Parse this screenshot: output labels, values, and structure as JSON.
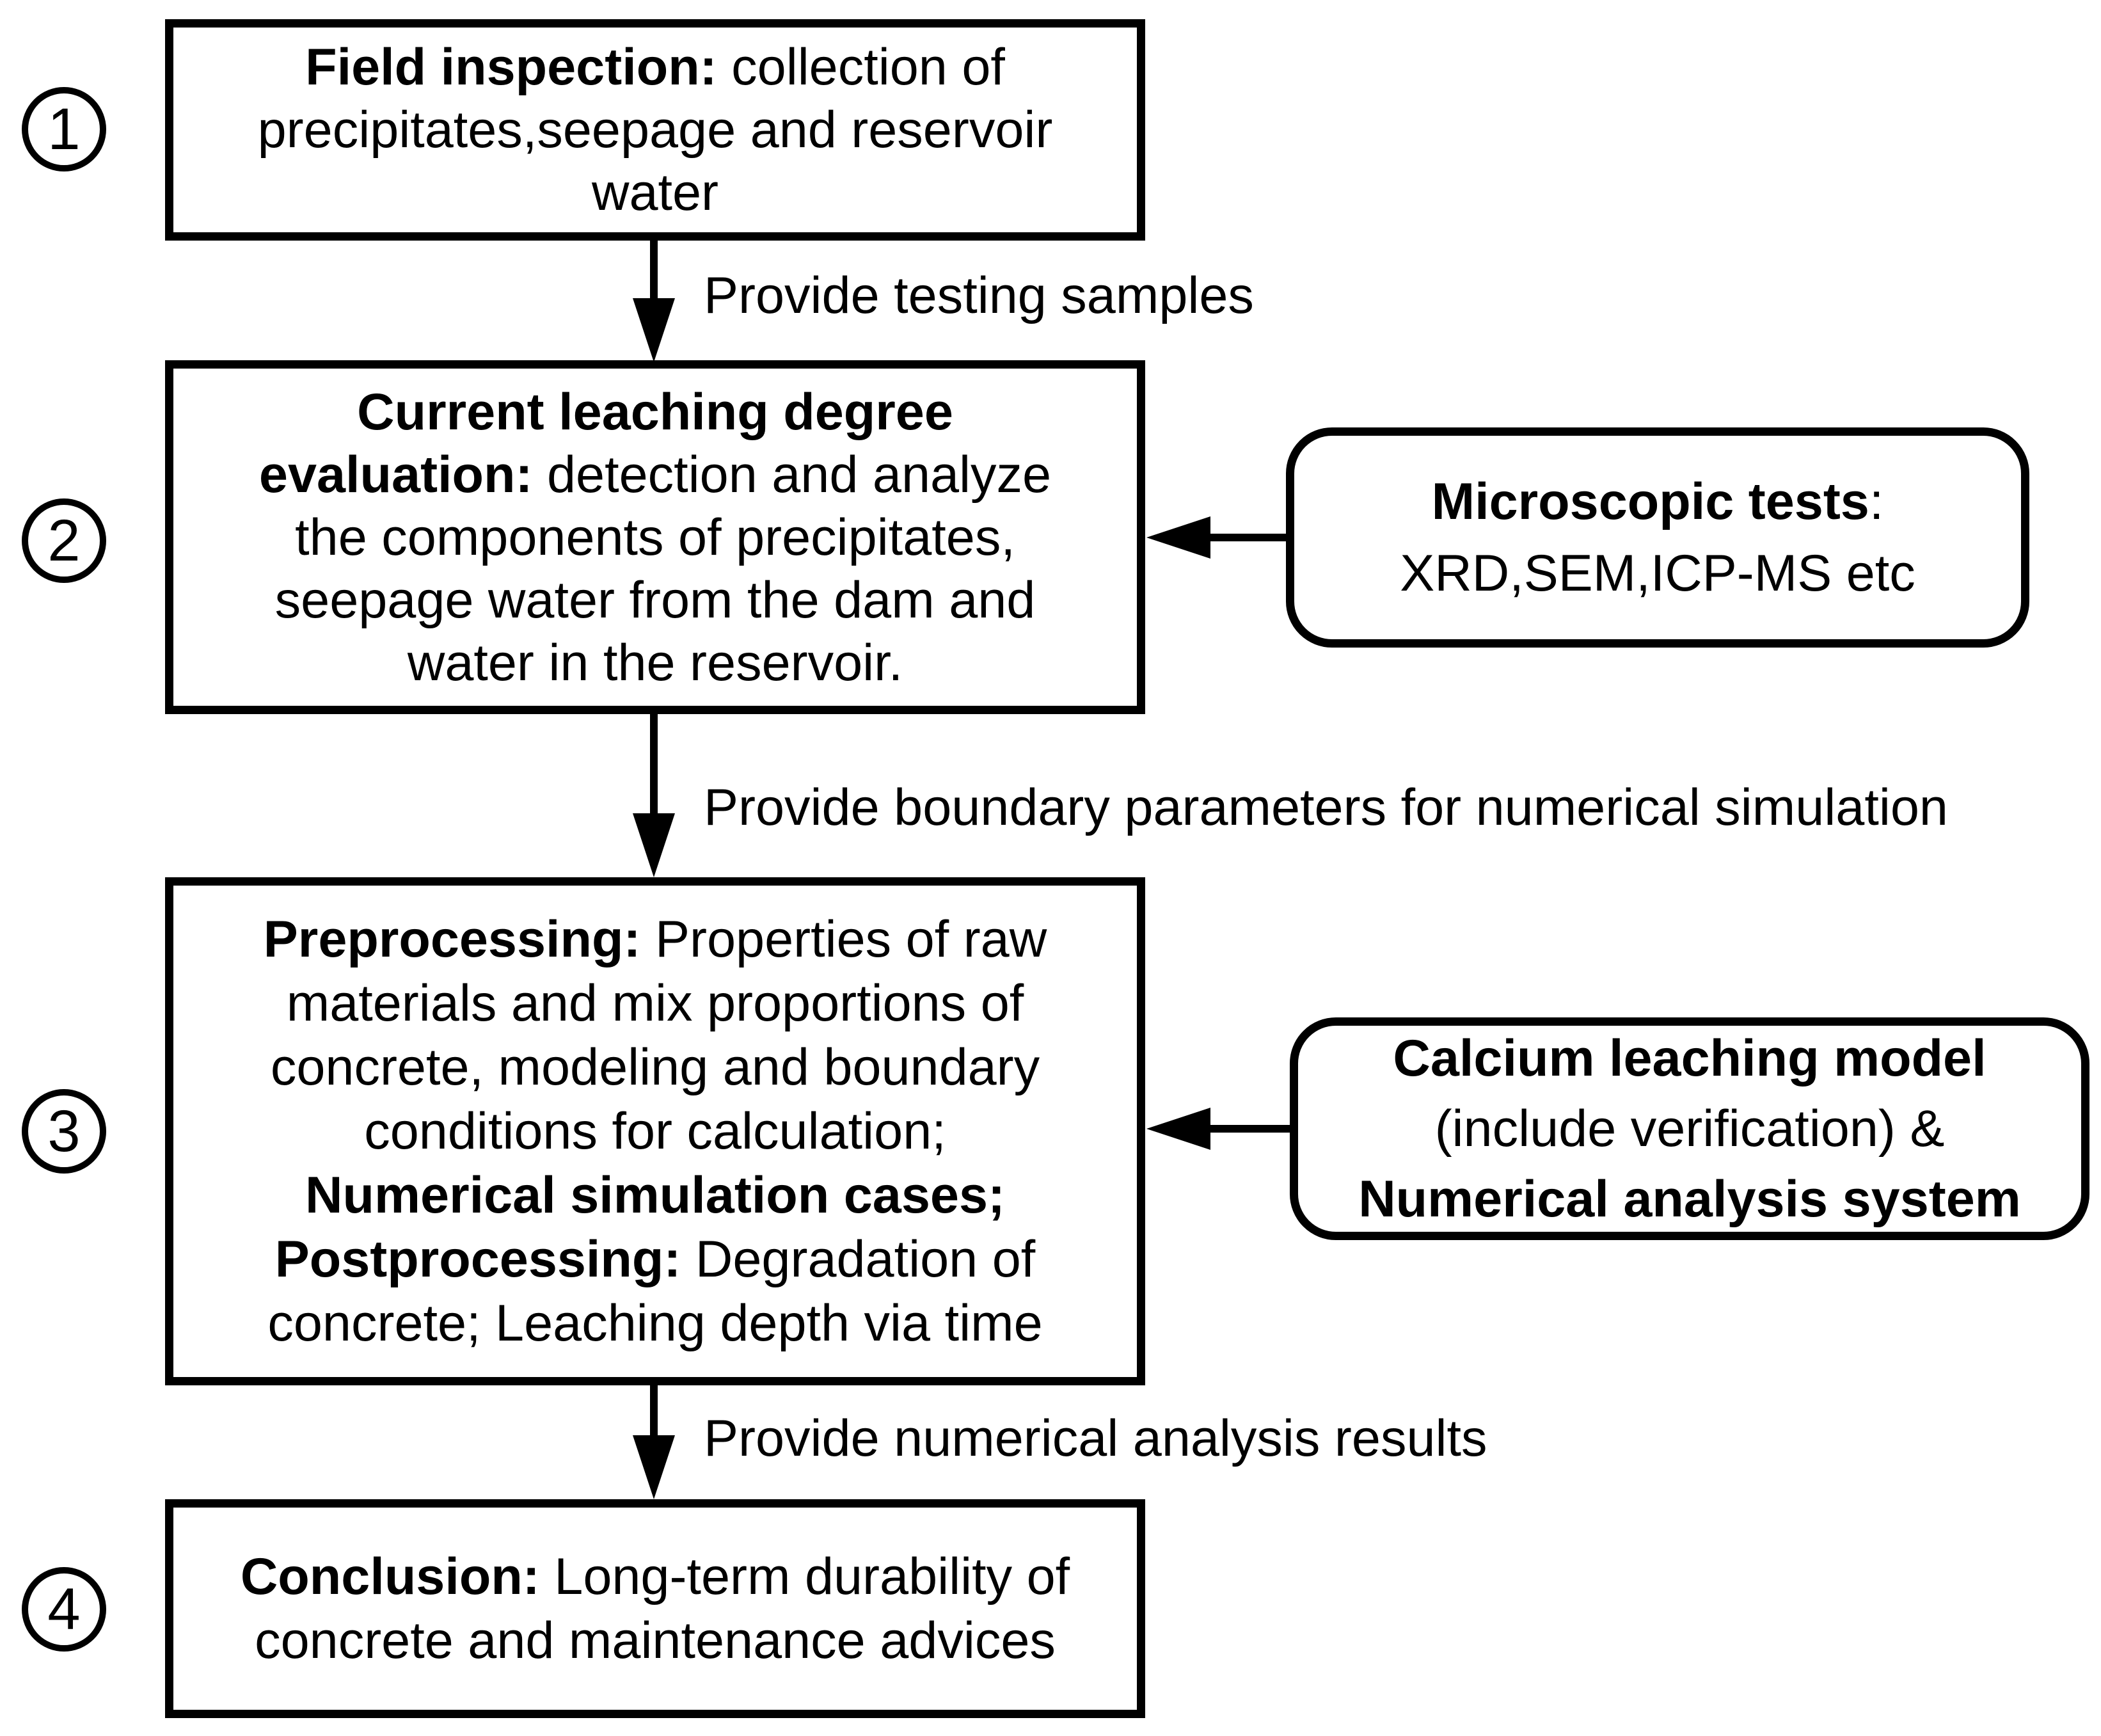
{
  "colors": {
    "ink": "#000000",
    "paper": "#ffffff"
  },
  "steps": [
    {
      "number": "1",
      "box": {
        "lines": [
          {
            "bold": "Field inspection:",
            "text": " collection of"
          },
          {
            "bold": "",
            "text": "precipitates,seepage and reservoir"
          },
          {
            "bold": "",
            "text": "water"
          }
        ]
      }
    },
    {
      "number": "2",
      "box": {
        "lines": [
          {
            "bold": "Current leaching degree",
            "text": ""
          },
          {
            "bold": "evaluation:",
            "text": " detection and analyze"
          },
          {
            "bold": "",
            "text": "the components of precipitates,"
          },
          {
            "bold": "",
            "text": "seepage water from the dam and"
          },
          {
            "bold": "",
            "text": "water in the reservoir."
          }
        ]
      }
    },
    {
      "number": "3",
      "box": {
        "lines": [
          {
            "bold": "Preprocessing:",
            "text": " Properties of raw"
          },
          {
            "bold": "",
            "text": "materials and mix proportions of"
          },
          {
            "bold": "",
            "text": "concrete, modeling and boundary"
          },
          {
            "bold": "",
            "text": "conditions for calculation;"
          },
          {
            "bold": "Numerical simulation cases;",
            "text": ""
          },
          {
            "bold": "Postprocessing:",
            "text": " Degradation of"
          },
          {
            "bold": "",
            "text": "concrete; Leaching depth via time"
          }
        ]
      }
    },
    {
      "number": "4",
      "box": {
        "lines": [
          {
            "bold": "Conclusion:",
            "text": " Long-term durability of"
          },
          {
            "bold": "",
            "text": "concrete and maintenance advices"
          }
        ]
      }
    }
  ],
  "connectors": [
    {
      "label": "Provide testing samples"
    },
    {
      "label": "Provide boundary parameters for numerical simulation"
    },
    {
      "label": "Provide numerical analysis results"
    }
  ],
  "side_boxes": [
    {
      "lines": [
        {
          "bold": "Microscopic tests",
          "text": ":"
        },
        {
          "bold": "",
          "text": "XRD,SEM,ICP-MS etc"
        }
      ]
    },
    {
      "lines": [
        {
          "bold": "Calcium leaching model",
          "text": ""
        },
        {
          "bold": "",
          "text": "(include verification) &"
        },
        {
          "bold": "Numerical analysis system",
          "text": ""
        }
      ]
    }
  ]
}
